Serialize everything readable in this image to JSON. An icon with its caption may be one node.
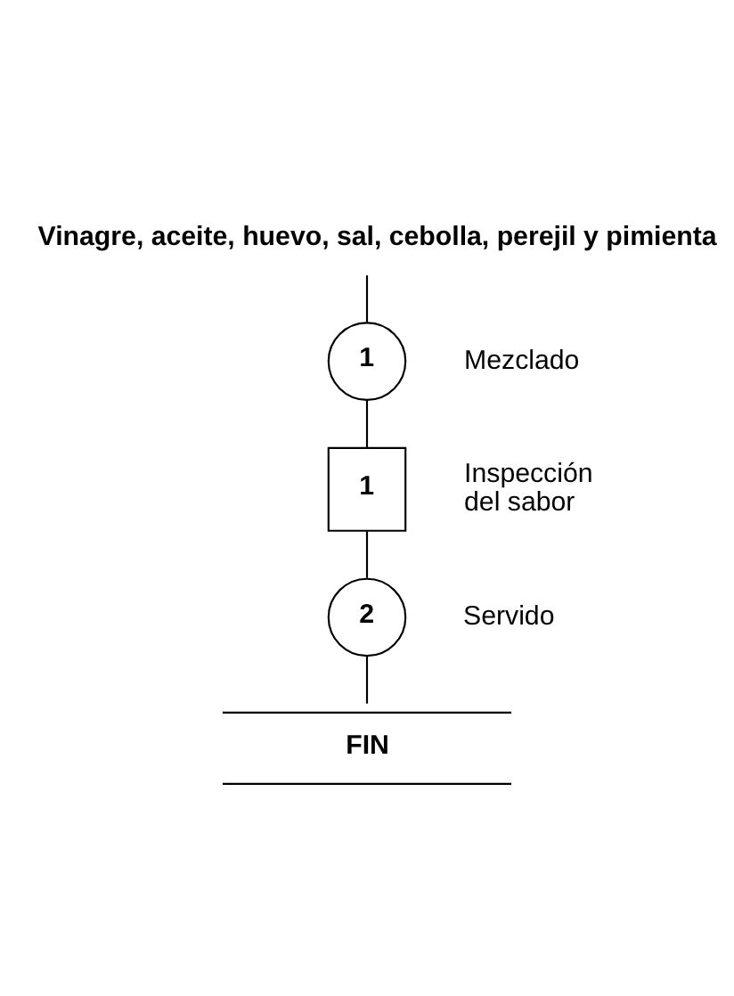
{
  "diagram": {
    "nodes": [
      {
        "text": [
          "Vinagre, aceite, huevo, sal, cebolla, perejil y pimienta"
        ]
      },
      {
        "text": [
          "1"
        ],
        "beside": [
          "Mezclado"
        ]
      },
      {
        "text": [
          "1"
        ],
        "beside": [
          "Inspección del sabor"
        ]
      },
      {
        "text": [
          "2"
        ],
        "beside": [
          "Servido"
        ]
      },
      {
        "text": [
          "FIN"
        ]
      }
    ],
    "edges": [
      {
        "from": 0,
        "to": 1,
        "arrow": "none"
      },
      {
        "from": 1,
        "to": 2,
        "arrow": "none"
      },
      {
        "from": 2,
        "to": 3,
        "arrow": "none"
      },
      {
        "from": 3,
        "to": 4,
        "arrow": "none"
      }
    ]
  }
}
